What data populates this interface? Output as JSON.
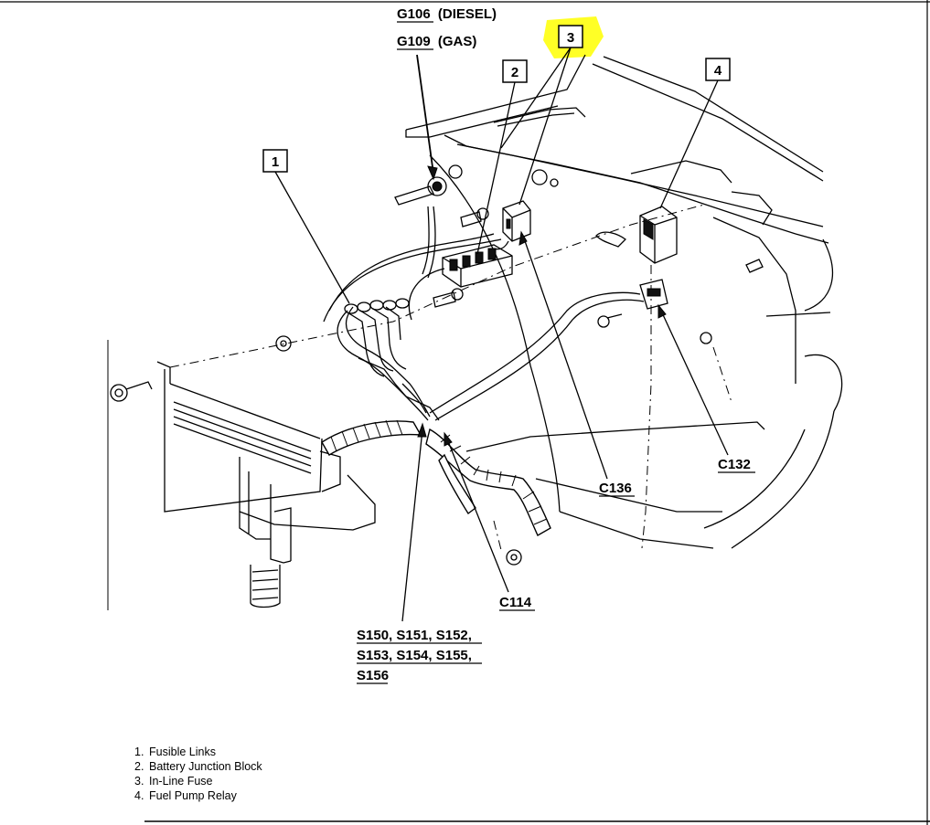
{
  "ground_labels": {
    "diesel": {
      "code": "G106",
      "desc": "(DIESEL)"
    },
    "gas": {
      "code": "G109",
      "desc": "(GAS)"
    }
  },
  "callouts": [
    "1",
    "2",
    "3",
    "4"
  ],
  "highlight_color": "#ffff00",
  "connectors": {
    "c136": "C136",
    "c132": "C132",
    "c114": "C114"
  },
  "splices": {
    "line1": "S150, S151, S152,",
    "line2": "S153, S154, S155,",
    "line3": "S156"
  },
  "legend": [
    {
      "num": "1.",
      "text": "Fusible Links"
    },
    {
      "num": "2.",
      "text": "Battery Junction Block"
    },
    {
      "num": "3.",
      "text": "In-Line Fuse"
    },
    {
      "num": "4.",
      "text": "Fuel Pump Relay"
    }
  ]
}
